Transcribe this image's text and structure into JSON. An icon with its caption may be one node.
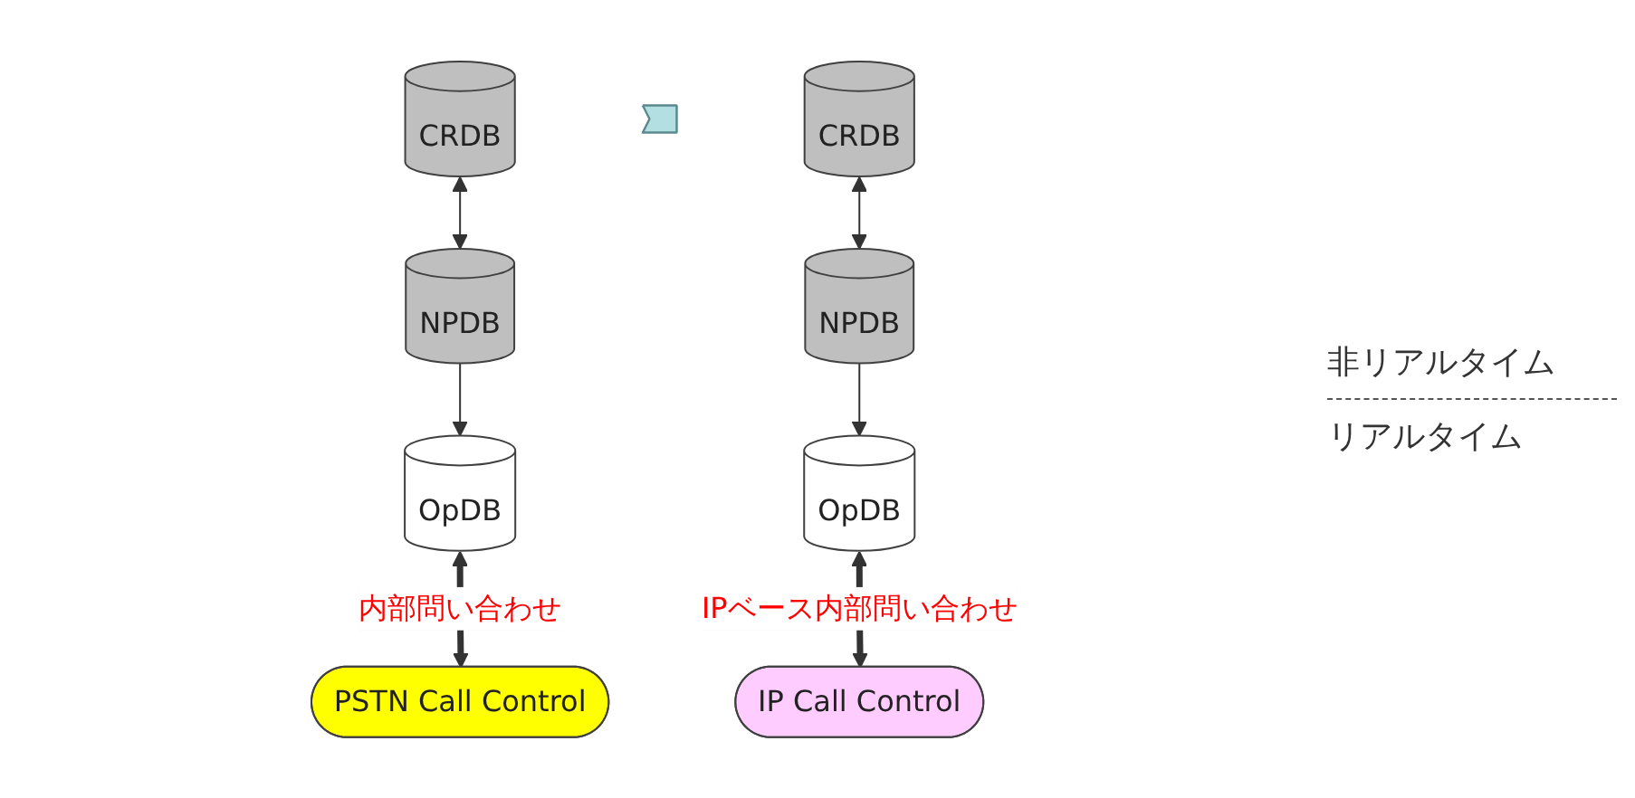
{
  "diagram": {
    "nodes": [
      {
        "text": [
          "CRDB"
        ]
      },
      {
        "text": [
          "NPDB"
        ]
      },
      {
        "text": [
          "OpDB"
        ]
      },
      {
        "text": [
          "PSTN Call Control"
        ]
      },
      {
        "text": [],
        "shape": "arrow"
      },
      {
        "text": [
          "CRDB"
        ]
      },
      {
        "text": [
          "NPDB"
        ]
      },
      {
        "text": [
          "OpDB"
        ]
      },
      {
        "text": [
          "IP Call Control"
        ]
      }
    ],
    "edges": [
      {
        "from": 0,
        "to": 1,
        "arrow": "both"
      },
      {
        "from": 1,
        "to": 2,
        "arrow": "to"
      },
      {
        "from": 2,
        "to": 3,
        "arrow": "both",
        "style": "thick",
        "label": "内部問い合わせ"
      },
      {
        "from": 5,
        "to": 6,
        "arrow": "both"
      },
      {
        "from": 6,
        "to": 7,
        "arrow": "to"
      },
      {
        "from": 7,
        "to": 8,
        "arrow": "both",
        "style": "thick",
        "label": "IPベース内部問い合わせ"
      }
    ],
    "labels": [
      "非リアルタイム",
      "リアルタイム"
    ]
  }
}
